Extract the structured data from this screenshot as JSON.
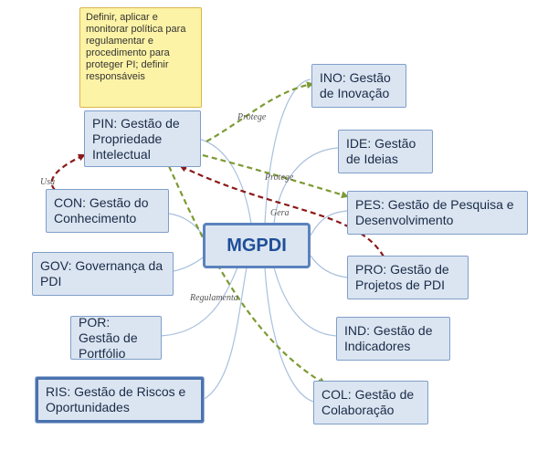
{
  "center": {
    "label": "MGPDI"
  },
  "note": {
    "text": "Definir, aplicar e\nmonitorar política para\nregulamentar e\nprocedimento para\nproteger PI; definir\nresponsáveis"
  },
  "nodes": {
    "pin": "PIN: Gestão de Propriedade Intelectual",
    "con": "CON: Gestão do Conhecimento",
    "gov": "GOV: Governança da PDI",
    "por": "POR: Gestão de Portfólio",
    "ris": "RIS: Gestão de Riscos e Oportunidades",
    "ino": "INO: Gestão de Inovação",
    "ide": "IDE: Gestão de Ideias",
    "pes": "PES: Gestão de Pesquisa e Desenvolvimento",
    "pro": "PRO: Gestão de Projetos de PDI",
    "ind": "IND: Gestão de Indicadores",
    "col": "COL: Gestão de Colaboração"
  },
  "edge_labels": {
    "protege_ino": "Protege",
    "protege_pes": "Protege",
    "usa": "Usa",
    "gera": "Gera",
    "regulamenta": "Regulamenta"
  },
  "colors": {
    "connector": "#a9c0dd",
    "green_dashed": "#7c9a32",
    "red_dashed": "#8b1a1a"
  }
}
